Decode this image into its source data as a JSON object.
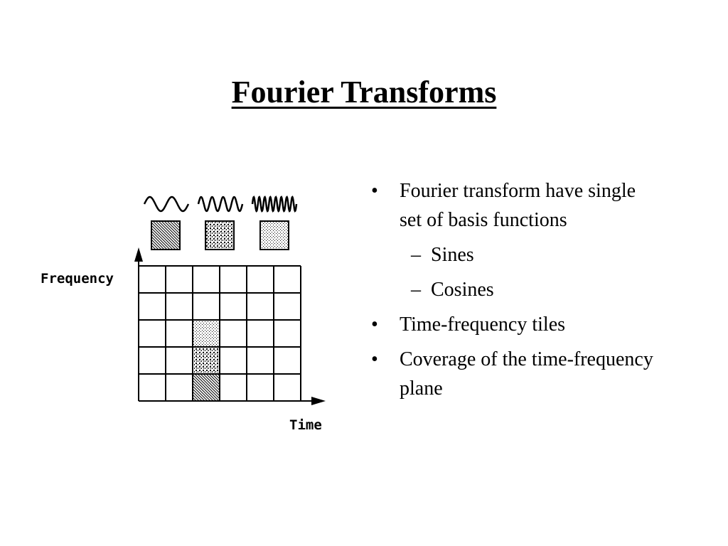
{
  "title": "Fourier Transforms",
  "diagram": {
    "y_axis_label": "Frequency",
    "x_axis_label": "Time",
    "basis_waves": [
      {
        "id": "low",
        "pattern": "diagonal-hatch"
      },
      {
        "id": "mid",
        "pattern": "dense-dots"
      },
      {
        "id": "high",
        "pattern": "sparse-dots"
      }
    ],
    "highlighted_tiles": [
      {
        "col": 3,
        "row": 3,
        "pattern": "sparse-dots"
      },
      {
        "col": 3,
        "row": 4,
        "pattern": "dense-dots"
      },
      {
        "col": 3,
        "row": 5,
        "pattern": "diagonal-hatch"
      }
    ]
  },
  "bullets": [
    {
      "level": 1,
      "marker": "•",
      "text": "Fourier transform  have single set of  basis functions"
    },
    {
      "level": 2,
      "marker": "–",
      "text": "Sines"
    },
    {
      "level": 2,
      "marker": "–",
      "text": "Cosines"
    },
    {
      "level": 1,
      "marker": "•",
      "text": "Time-frequency tiles"
    },
    {
      "level": 1,
      "marker": "•",
      "text": "Coverage of the time-frequency plane"
    }
  ]
}
